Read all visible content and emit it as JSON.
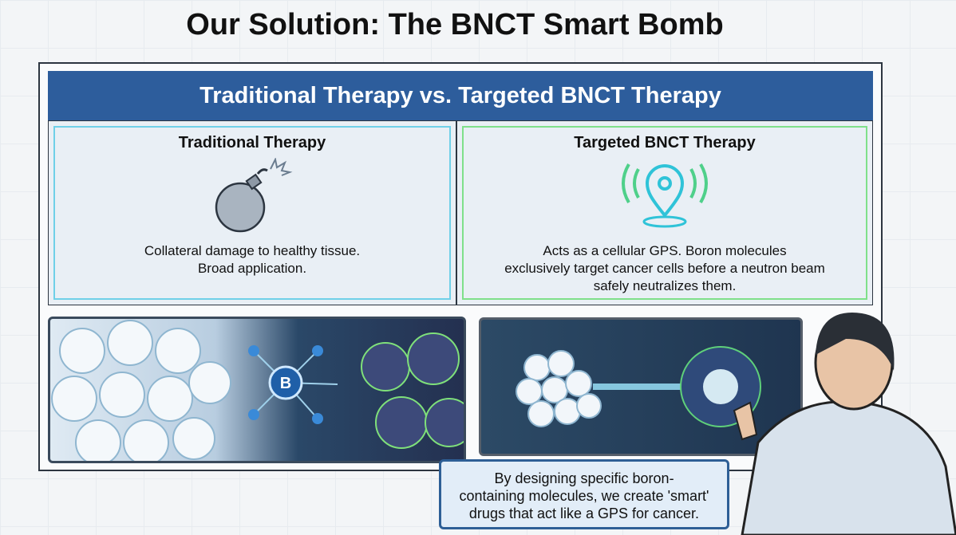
{
  "title": "Our Solution: The BNCT Smart Bomb",
  "header": "Traditional Therapy vs. Targeted BNCT Therapy",
  "columns": [
    {
      "heading": "Traditional Therapy",
      "icon": "bomb-icon",
      "lines": [
        "Collateral damage to healthy tissue.",
        "Broad application."
      ]
    },
    {
      "heading": "Targeted BNCT Therapy",
      "icon": "location-pin-signal-icon",
      "lines": [
        "Acts as a cellular GPS. Boron molecules",
        "exclusively target cancer cells before a neutron beam",
        "safely neutralizes them."
      ]
    }
  ],
  "illustration": {
    "boron_label": "B"
  },
  "callout": [
    "By designing specific boron-",
    "containing molecules, we create 'smart'",
    "drugs that act like a GPS for cancer."
  ]
}
